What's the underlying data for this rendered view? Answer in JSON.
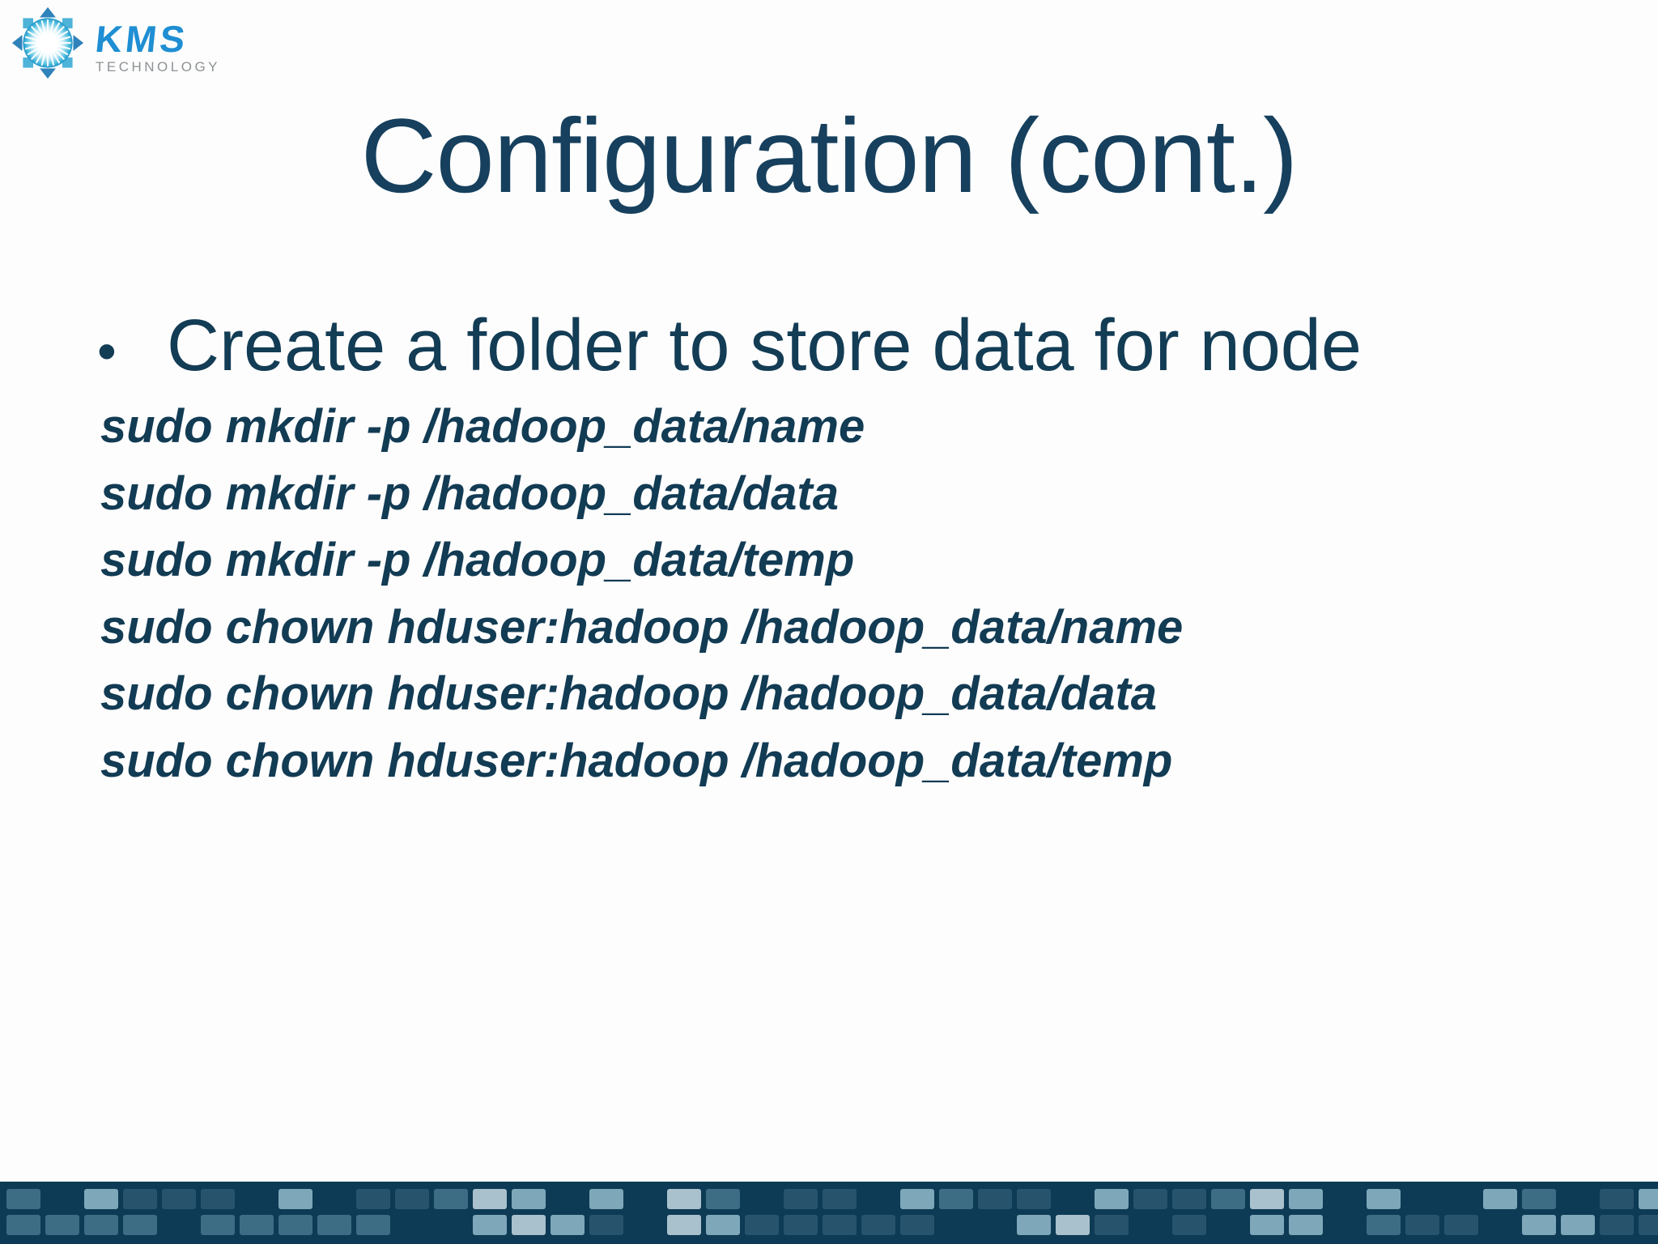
{
  "logo": {
    "icon": "kms-sunburst-compass-icon",
    "brand": "KMS",
    "technology": "TECHNOLOGY",
    "brand_color": "#1f8ed3",
    "technology_color": "#8e9295"
  },
  "slide": {
    "title": "Configuration (cont.)",
    "title_color": "#16405d",
    "bullet_char": "•",
    "bullet": "Create a folder to store data for node",
    "text_color": "#133c55",
    "command_color": "#123b54",
    "background": "#fdfdfd",
    "commands": [
      "sudo mkdir -p /hadoop_data/name",
      "sudo mkdir -p /hadoop_data/data",
      "sudo mkdir -p /hadoop_data/temp",
      "sudo chown hduser:hadoop /hadoop_data/name",
      "sudo chown hduser:hadoop /hadoop_data/data",
      "sudo chown hduser:hadoop /hadoop_data/temp"
    ]
  },
  "footer": {
    "background": "#0d3a54",
    "palette": {
      "1": "#27536d",
      "2": "#3d6c85",
      "3": "#7ea7ba",
      "4": "#a9c1cd"
    },
    "rows": [
      [
        2,
        0,
        3,
        1,
        1,
        1,
        0,
        3,
        0,
        1,
        1,
        2,
        4,
        3,
        0,
        3,
        0,
        4,
        2,
        0,
        1,
        1,
        0,
        3,
        2,
        1,
        1,
        0,
        3,
        1,
        1,
        2,
        4,
        3,
        0,
        3,
        0,
        0,
        3,
        2,
        0,
        1,
        3
      ],
      [
        2,
        2,
        2,
        2,
        0,
        2,
        2,
        2,
        2,
        2,
        0,
        0,
        3,
        4,
        3,
        1,
        0,
        4,
        3,
        1,
        1,
        1,
        1,
        1,
        0,
        0,
        3,
        4,
        1,
        0,
        1,
        0,
        3,
        3,
        0,
        2,
        1,
        1,
        0,
        3,
        3,
        1,
        1
      ]
    ]
  }
}
